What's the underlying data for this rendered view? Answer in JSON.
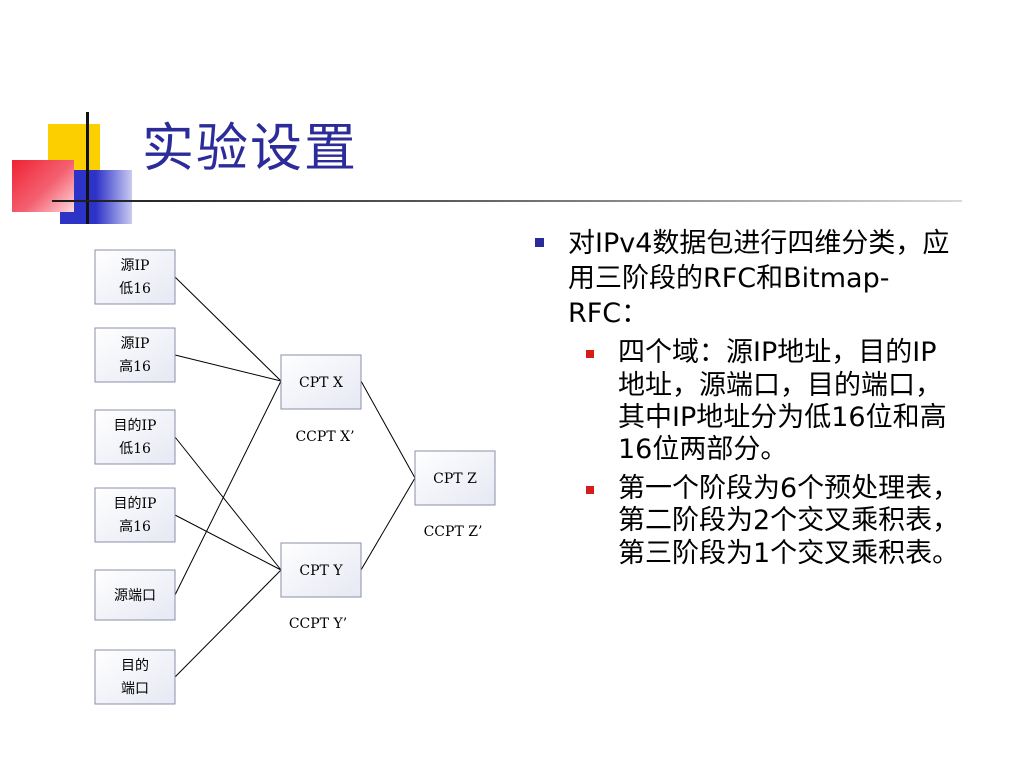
{
  "title": "实验设置",
  "colors": {
    "title": "#2b2b9a",
    "deco_yellow": "#fcd000",
    "deco_blue": "#2e33c8",
    "deco_red": "#ee2233",
    "bullet_level1": "#2a2a9a",
    "bullet_level2": "#d41c1c"
  },
  "diagram": {
    "inputs": [
      {
        "line1": "源IP",
        "line2": "低16"
      },
      {
        "line1": "源IP",
        "line2": "高16"
      },
      {
        "line1": "目的IP",
        "line2": "低16"
      },
      {
        "line1": "目的IP",
        "line2": "高16"
      },
      {
        "line1": "源端口",
        "line2": ""
      },
      {
        "line1": "目的",
        "line2": "端口"
      }
    ],
    "tables": {
      "x": "CPT X",
      "y": "CPT Y",
      "z": "CPT Z"
    },
    "table_labels": {
      "x": "CCPT X’",
      "y": "CCPT Y’",
      "z": "CCPT Z’"
    }
  },
  "bullets": {
    "main": "对IPv4数据包进行四维分类，应用三阶段的RFC和Bitmap-RFC：",
    "sub": [
      "四个域：源IP地址，目的IP地址，源端口，目的端口，其中IP地址分为低16位和高16位两部分。",
      "第一个阶段为6个预处理表，第二阶段为2个交叉乘积表，第三阶段为1个交叉乘积表。"
    ]
  }
}
